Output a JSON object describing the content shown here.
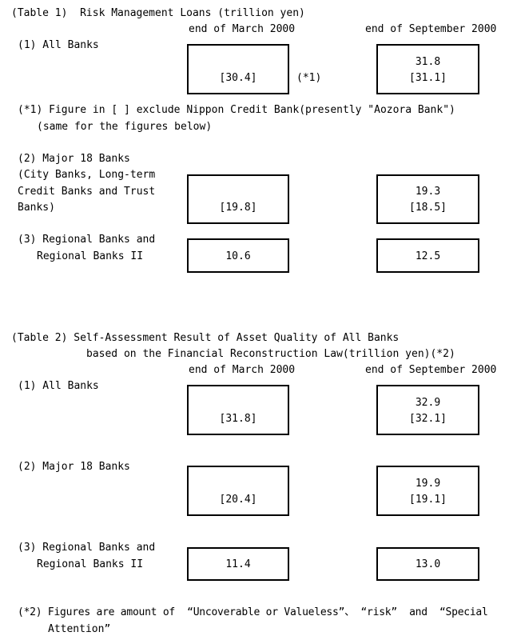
{
  "table1": {
    "title": "(Table 1)  Risk Management Loans (trillion yen)",
    "col_march": "end of March 2000",
    "col_sept": "end of September 2000",
    "all_banks_label": "(1) All Banks",
    "all_banks_march": "[30.4]",
    "all_banks_note": "(*1)",
    "all_banks_sept_1": "31.8",
    "all_banks_sept_2": "[31.1]",
    "footnote_1a": "(*1) Figure in [ ] exclude Nippon Credit Bank(presently \"Aozora Bank\")",
    "footnote_1b": "(same for the figures below)",
    "major_label_1": "(2) Major 18 Banks",
    "major_label_2": "(City Banks, Long-term",
    "major_label_3": "Credit Banks and Trust",
    "major_label_4": "Banks)",
    "major_march": "[19.8]",
    "major_sept_1": "19.3",
    "major_sept_2": "[18.5]",
    "regional_label_1": "(3) Regional Banks and",
    "regional_label_2": "Regional Banks II",
    "regional_march": "10.6",
    "regional_sept": "12.5"
  },
  "table2": {
    "title_1": "(Table 2) Self-Assessment Result of Asset Quality of All Banks",
    "title_2": "based on the Financial Reconstruction Law(trillion yen)(*2)",
    "col_march": "end of March 2000",
    "col_sept": "end of September 2000",
    "all_banks_label": "(1) All Banks",
    "all_banks_march": "[31.8]",
    "all_banks_sept_1": "32.9",
    "all_banks_sept_2": "[32.1]",
    "major_label": "(2) Major 18 Banks",
    "major_march": "[20.4]",
    "major_sept_1": "19.9",
    "major_sept_2": "[19.1]",
    "regional_label_1": "(3) Regional Banks and",
    "regional_label_2": "Regional Banks II",
    "regional_march": "11.4",
    "regional_sept": "13.0",
    "footnote_2a": "(*2) Figures are amount of  “Uncoverable or Valueless”、 “risk”  and  “Special",
    "footnote_2b": "Attention”"
  }
}
